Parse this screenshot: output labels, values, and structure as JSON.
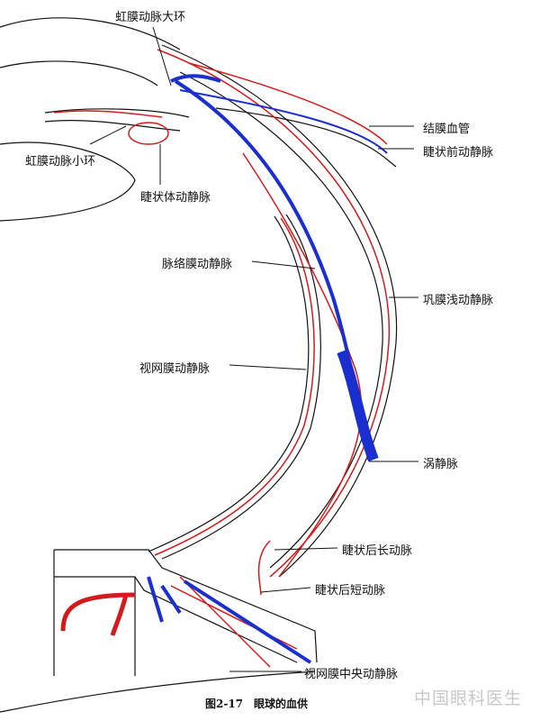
{
  "figure": {
    "labels": {
      "major_arterial_circle_iris": "虹膜动脉大环",
      "minor_arterial_circle_iris": "虹膜动脉小环",
      "ciliary_body_vessels": "睫状体动静脉",
      "conjunctival_vessels": "结膜血管",
      "anterior_ciliary_vessels": "睫状前动静脉",
      "choroidal_vessels": "脉络膜动静脉",
      "episcleral_vessels": "巩膜浅动静脉",
      "retinal_vessels": "视网膜动静脉",
      "vortex_vein": "涡静脉",
      "long_posterior_ciliary_artery": "睫状后长动脉",
      "short_posterior_ciliary_artery": "睫状后短动脉",
      "central_retinal_vessels": "视网膜中央动静脉"
    },
    "caption": "图2-17　眼球的血供",
    "watermark": "中国眼科医生",
    "colors": {
      "artery": "#d41a1a",
      "vein": "#1a2fd0",
      "outline": "#111111"
    }
  }
}
